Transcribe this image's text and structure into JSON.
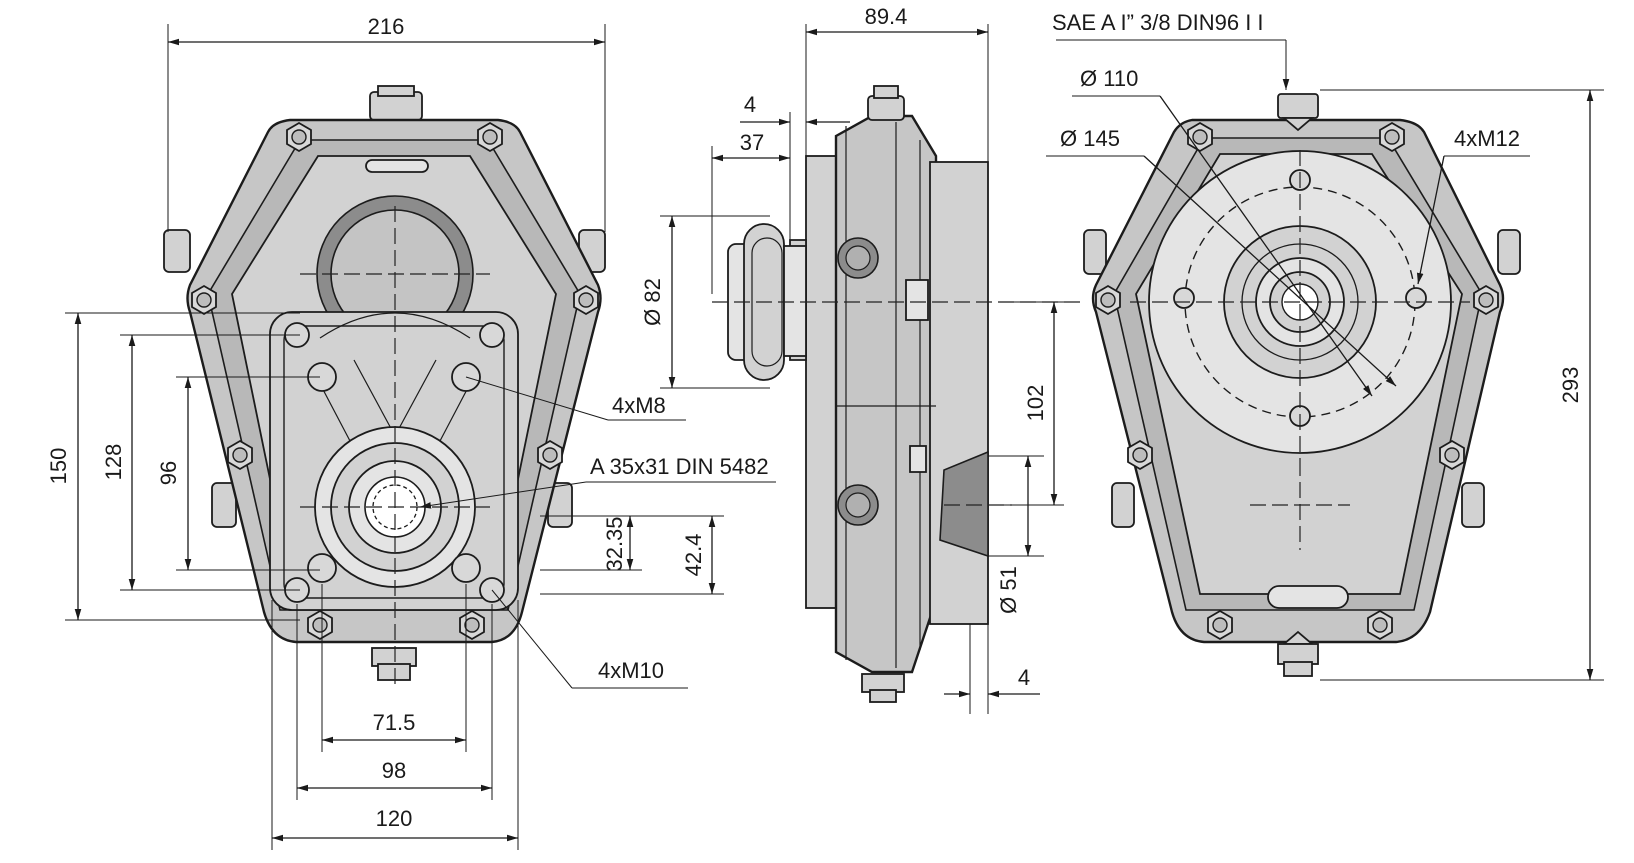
{
  "dimensions": {
    "front_width": "216",
    "front_h_150": "150",
    "front_h_128": "128",
    "front_h_96": "96",
    "front_w_71_5": "71.5",
    "front_w_98": "98",
    "front_w_120": "120",
    "front_32_35": "32.35",
    "front_42_4": "42.4",
    "side_89_4": "89.4",
    "side_4_top": "4",
    "side_37": "37",
    "side_dia_82": "Ø 82",
    "side_102": "102",
    "side_dia_51": "Ø 51",
    "side_4_bottom": "4",
    "rear_293": "293"
  },
  "labels": {
    "thread_m8": "4xM8",
    "shaft": "A 35x31 DIN 5482",
    "thread_m10": "4xM10",
    "sae": "SAE A I” 3/8 DIN96 I I",
    "dia_110": "Ø 110",
    "dia_145": "Ø 145",
    "thread_m12": "4xM12"
  }
}
